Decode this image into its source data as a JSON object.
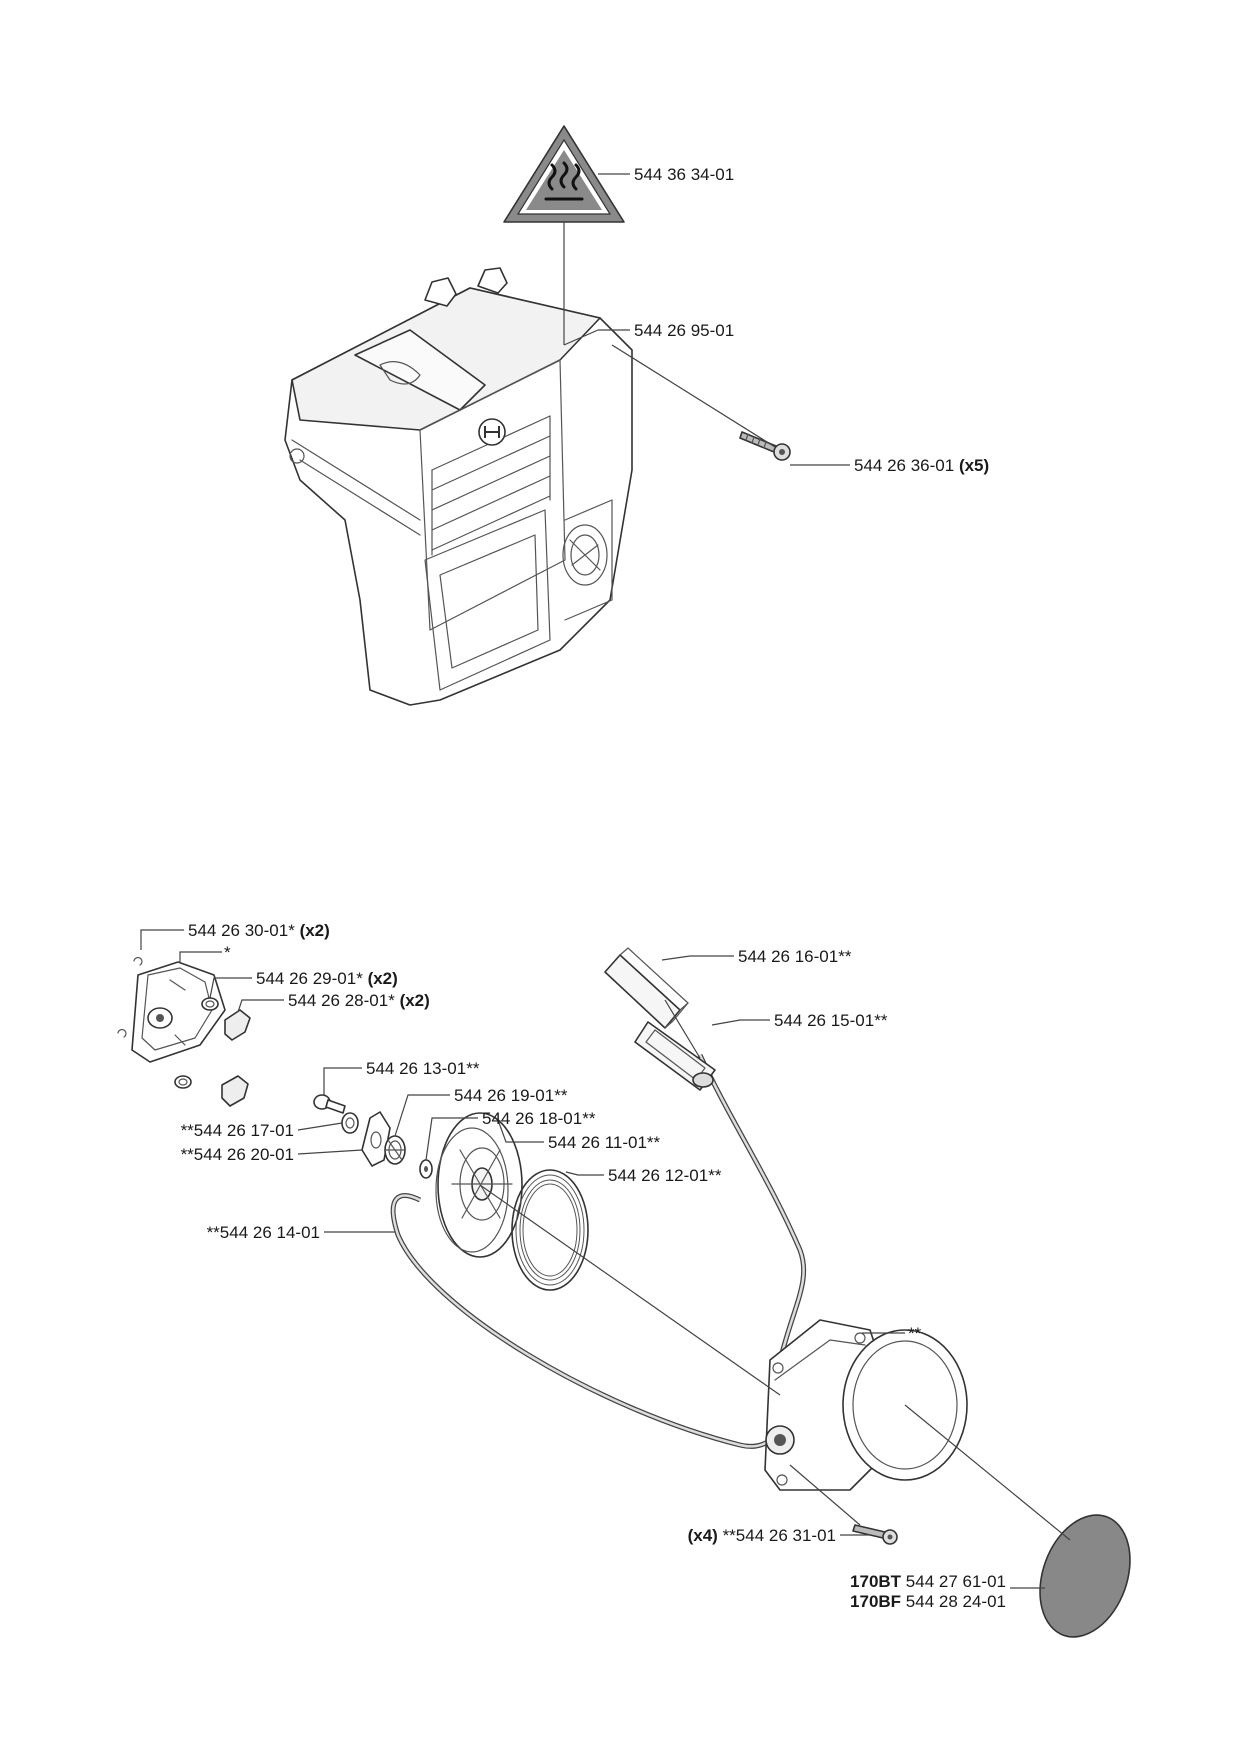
{
  "sheet": {
    "upper_group": {
      "labels": [
        {
          "id": "warning-decal",
          "text": "544 36 34-01",
          "qty": ""
        },
        {
          "id": "cylinder-cover",
          "text": "544 26 95-01",
          "qty": ""
        },
        {
          "id": "cover-screw",
          "text": "544 26 36-01",
          "qty": "(x5)"
        }
      ]
    },
    "lower_group": {
      "labels": [
        {
          "id": "pawl-spring-clip",
          "text": "544 26 30-01*",
          "qty": "(x2)"
        },
        {
          "id": "pawl-carrier",
          "text": "*",
          "qty": ""
        },
        {
          "id": "pawl-spring",
          "text": "544 26 29-01*",
          "qty": "(x2)"
        },
        {
          "id": "pawl",
          "text": "544 26 28-01*",
          "qty": "(x2)"
        },
        {
          "id": "center-screw",
          "text": "544 26 13-01**",
          "qty": ""
        },
        {
          "id": "washer-a",
          "text": "544 26 19-01**",
          "qty": ""
        },
        {
          "id": "washer-b",
          "text": "544 26 18-01**",
          "qty": ""
        },
        {
          "id": "rope-pulley",
          "text": "544 26 11-01**",
          "qty": ""
        },
        {
          "id": "recoil-spring",
          "text": "544 26 12-01**",
          "qty": ""
        },
        {
          "id": "bushing",
          "text": "**544 26 17-01",
          "qty": ""
        },
        {
          "id": "pawl-plate",
          "text": "**544 26 20-01",
          "qty": ""
        },
        {
          "id": "starter-rope",
          "text": "**544 26 14-01",
          "qty": ""
        },
        {
          "id": "starter-handle-a",
          "text": "544 26 16-01**",
          "qty": ""
        },
        {
          "id": "starter-handle-b",
          "text": "544 26 15-01**",
          "qty": ""
        },
        {
          "id": "starter-housing",
          "text": "**",
          "qty": ""
        },
        {
          "id": "housing-screw",
          "text": "**544 26 31-01",
          "qty": "(x4)"
        }
      ],
      "decal_variants": [
        {
          "model": "170BT",
          "part": "544 27 61-01"
        },
        {
          "model": "170BF",
          "part": "544 28 24-01"
        }
      ]
    }
  }
}
